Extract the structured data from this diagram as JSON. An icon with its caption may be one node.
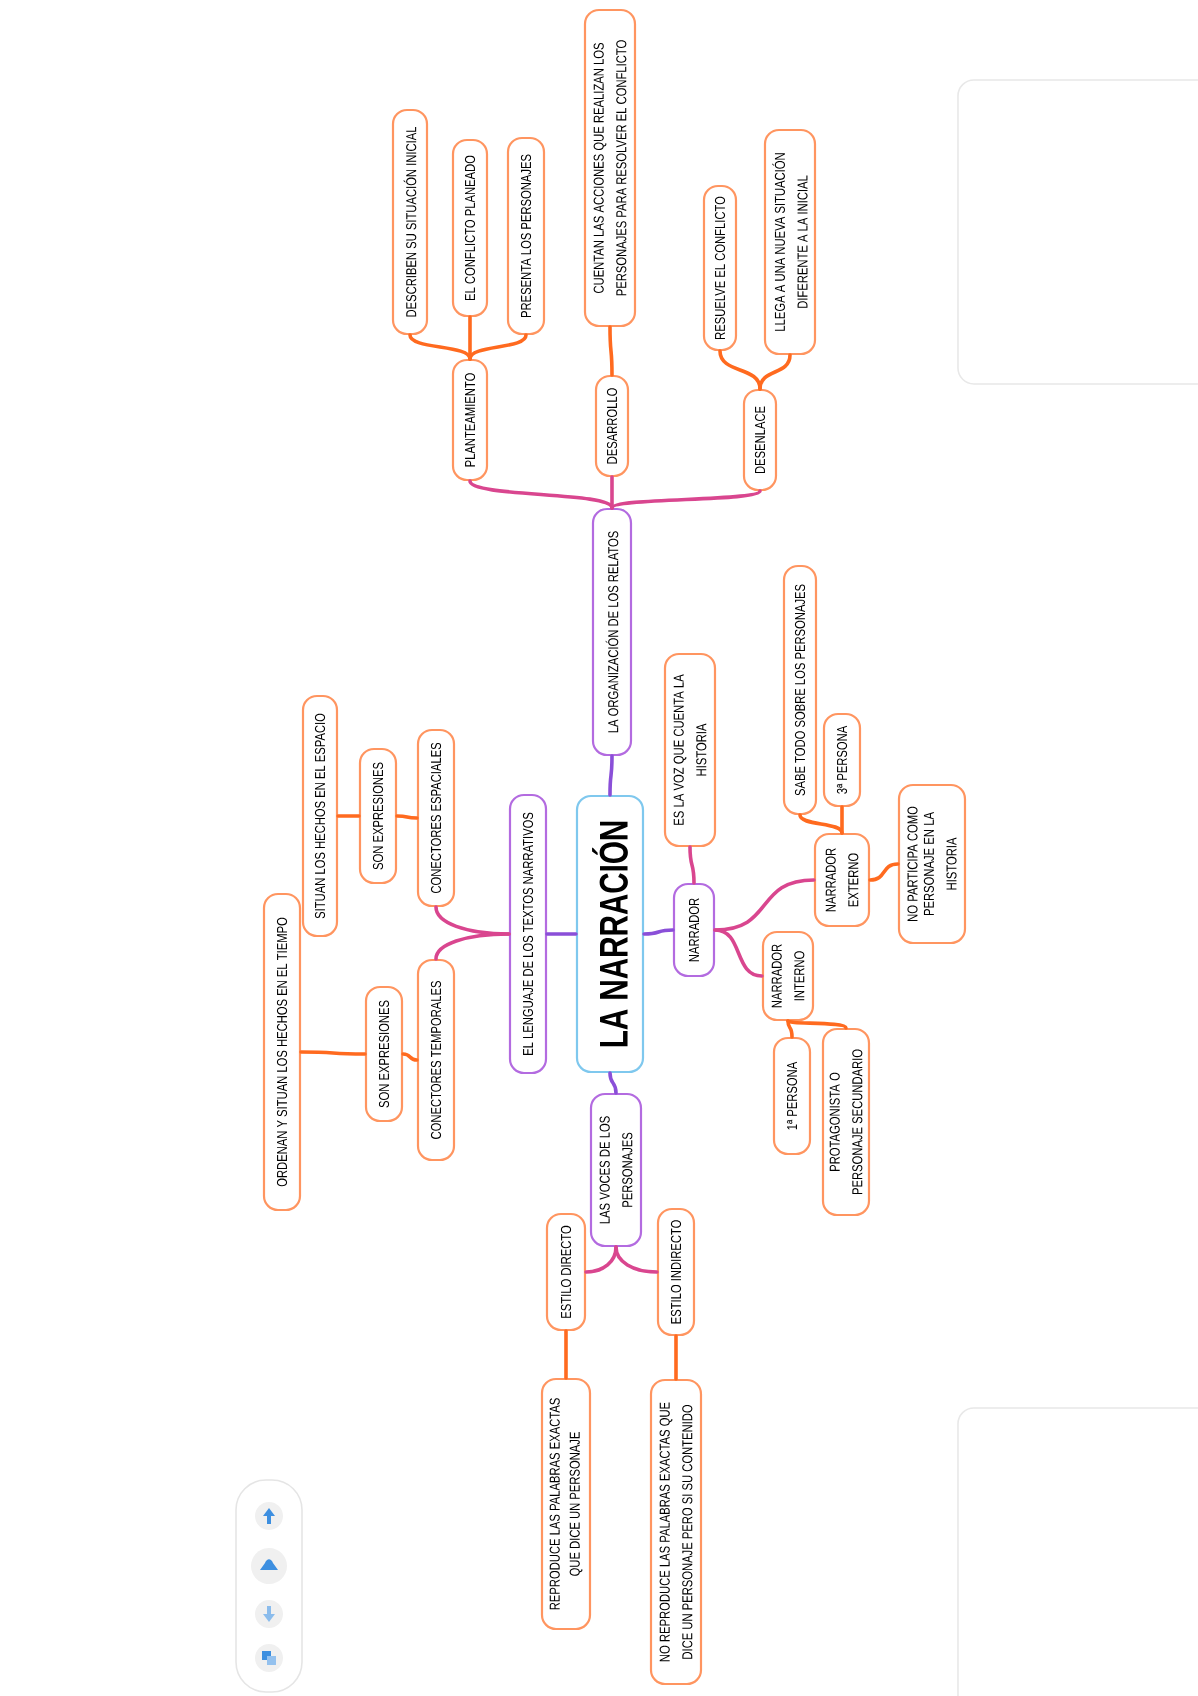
{
  "diagram": {
    "nodes": [
      {
        "text": [
          "LA NARRACIÓN"
        ]
      },
      {
        "text": [
          "LA ORGANIZACIÓN DE LOS RELATOS"
        ]
      },
      {
        "text": [
          "PLANTEAMIENTO"
        ]
      },
      {
        "text": [
          "DESCRIBEN SU SITUACIÓN INICIAL"
        ]
      },
      {
        "text": [
          "EL CONFLICTO PLANEADO"
        ]
      },
      {
        "text": [
          "PRESENTA LOS PERSONAJES"
        ]
      },
      {
        "text": [
          "DESARROLLO"
        ]
      },
      {
        "text": [
          "CUENTAN LAS ACCIONES QUE REALIZAN LOS PERSONAJES PARA RESOLVER EL CONFLICTO"
        ]
      },
      {
        "text": [
          "DESENLACE"
        ]
      },
      {
        "text": [
          "RESUELVE EL CONFLICTO"
        ]
      },
      {
        "text": [
          "LLEGA A UNA NUEVA SITUACIÓN DIFERENTE A LA INICIAL"
        ]
      },
      {
        "text": [
          "EL LENGUAJE DE LOS TEXTOS NARRATIVOS"
        ]
      },
      {
        "text": [
          "CONECTORES ESPACIALES"
        ]
      },
      {
        "text": [
          "SON EXPRESIONES"
        ]
      },
      {
        "text": [
          "SITUAN LOS HECHOS EN EL ESPACIO"
        ]
      },
      {
        "text": [
          "CONECTORES TEMPORALES"
        ]
      },
      {
        "text": [
          "SON EXPRESIONES"
        ]
      },
      {
        "text": [
          "ORDENAN Y SITUAN LOS HECHOS EN EL TIEMPO"
        ]
      },
      {
        "text": [
          "NARRADOR"
        ]
      },
      {
        "text": [
          "ES LA VOZ QUE CUENTA LA HISTORIA"
        ]
      },
      {
        "text": [
          "NARRADOR EXTERNO"
        ]
      },
      {
        "text": [
          "SABE TODO SOBRE LOS PERSONAJES"
        ]
      },
      {
        "text": [
          "3ª PERSONA"
        ]
      },
      {
        "text": [
          "NO PARTICIPA COMO PERSONAJE EN LA HISTORIA"
        ]
      },
      {
        "text": [
          "NARRADOR INTERNO"
        ]
      },
      {
        "text": [
          "1ª PERSONA"
        ]
      },
      {
        "text": [
          "PROTAGONISTA O PERSONAJE SECUNDARIO"
        ]
      },
      {
        "text": [
          "LAS VOCES DE LOS PERSONAJES"
        ]
      },
      {
        "text": [
          "ESTILO DIRECTO"
        ]
      },
      {
        "text": [
          "REPRODUCE LAS PALABRAS EXACTAS QUE DICE UN PERSONAJE"
        ]
      },
      {
        "text": [
          "ESTILO INDIRECTO"
        ]
      },
      {
        "text": [
          "NO REPRODUCE LAS PALABRAS EXACTAS QUE DICE UN PERSONAJE PERO SI SU CONTENIDO"
        ]
      }
    ],
    "edges": [
      {
        "from": 0,
        "to": 1,
        "arrow": "none",
        "color": "#8a4fd8"
      },
      {
        "from": 1,
        "to": 2,
        "arrow": "none",
        "color": "#d9468f"
      },
      {
        "from": 1,
        "to": 6,
        "arrow": "none",
        "color": "#d9468f"
      },
      {
        "from": 1,
        "to": 8,
        "arrow": "none",
        "color": "#d9468f"
      },
      {
        "from": 2,
        "to": 3,
        "arrow": "none"
      },
      {
        "from": 2,
        "to": 4,
        "arrow": "none"
      },
      {
        "from": 2,
        "to": 5,
        "arrow": "none"
      },
      {
        "from": 6,
        "to": 7,
        "arrow": "none"
      },
      {
        "from": 8,
        "to": 9,
        "arrow": "none"
      },
      {
        "from": 8,
        "to": 10,
        "arrow": "none"
      },
      {
        "from": 0,
        "to": 11,
        "arrow": "none",
        "color": "#8a4fd8"
      },
      {
        "from": 11,
        "to": 12,
        "arrow": "none",
        "color": "#d9468f"
      },
      {
        "from": 11,
        "to": 15,
        "arrow": "none",
        "color": "#d9468f"
      },
      {
        "from": 12,
        "to": 13,
        "arrow": "none"
      },
      {
        "from": 13,
        "to": 14,
        "arrow": "none"
      },
      {
        "from": 15,
        "to": 16,
        "arrow": "none"
      },
      {
        "from": 16,
        "to": 17,
        "arrow": "none"
      },
      {
        "from": 0,
        "to": 18,
        "arrow": "none",
        "color": "#8a4fd8"
      },
      {
        "from": 18,
        "to": 19,
        "arrow": "none",
        "color": "#d9468f"
      },
      {
        "from": 18,
        "to": 20,
        "arrow": "none",
        "color": "#d9468f"
      },
      {
        "from": 18,
        "to": 24,
        "arrow": "none",
        "color": "#d9468f"
      },
      {
        "from": 20,
        "to": 21,
        "arrow": "none"
      },
      {
        "from": 20,
        "to": 22,
        "arrow": "none"
      },
      {
        "from": 20,
        "to": 23,
        "arrow": "none"
      },
      {
        "from": 24,
        "to": 25,
        "arrow": "none"
      },
      {
        "from": 24,
        "to": 26,
        "arrow": "none"
      },
      {
        "from": 0,
        "to": 27,
        "arrow": "none",
        "color": "#8a4fd8"
      },
      {
        "from": 27,
        "to": 28,
        "arrow": "none",
        "color": "#d9468f"
      },
      {
        "from": 27,
        "to": 30,
        "arrow": "none",
        "color": "#d9468f"
      },
      {
        "from": 28,
        "to": 29,
        "arrow": "none"
      },
      {
        "from": 30,
        "to": 31,
        "arrow": "none"
      }
    ]
  }
}
